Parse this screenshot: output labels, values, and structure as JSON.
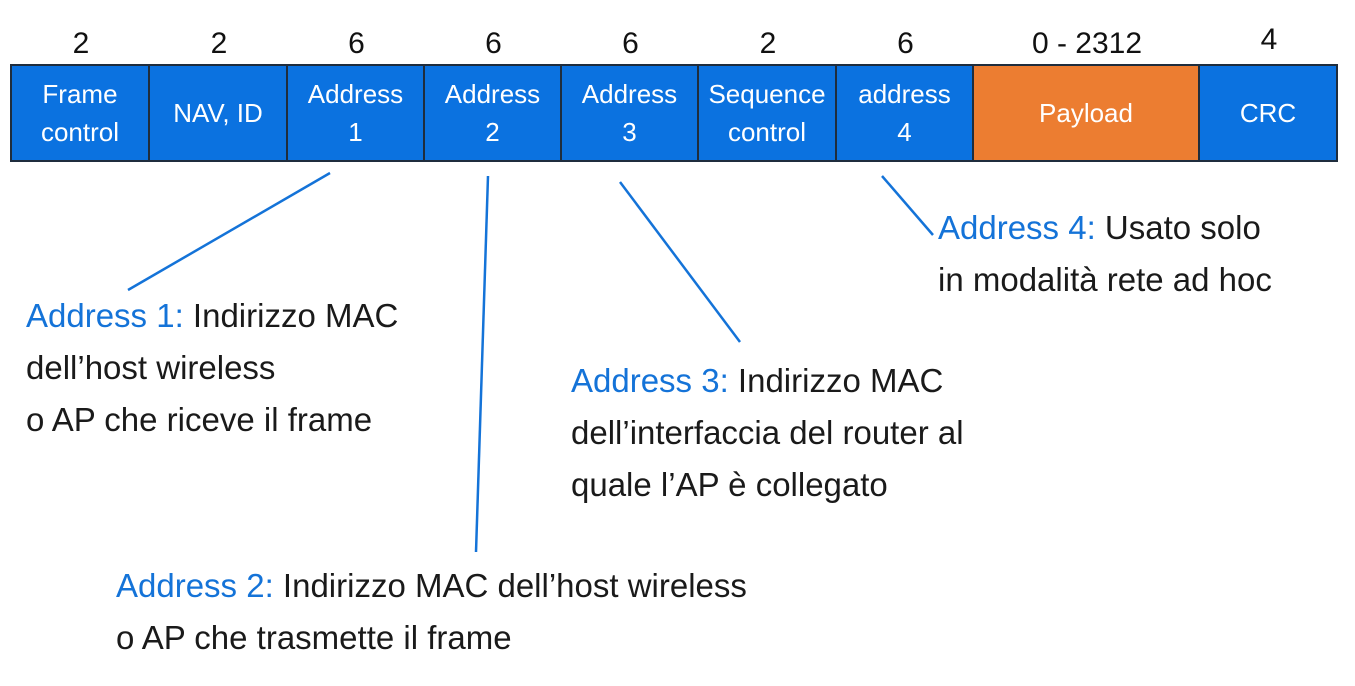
{
  "fields": [
    {
      "size": "2",
      "label": "Frame\ncontrol",
      "color": "#0b72e0"
    },
    {
      "size": "2",
      "label": "NAV, ID",
      "color": "#0b72e0"
    },
    {
      "size": "6",
      "label": "Address\n1",
      "color": "#0b72e0"
    },
    {
      "size": "6",
      "label": "Address\n2",
      "color": "#0b72e0"
    },
    {
      "size": "6",
      "label": "Address\n3",
      "color": "#0b72e0"
    },
    {
      "size": "2",
      "label": "Sequence\ncontrol",
      "color": "#0b72e0"
    },
    {
      "size": "6",
      "label": "address\n4",
      "color": "#0b72e0"
    },
    {
      "size": "0 - 2312",
      "label": "Payload",
      "color": "#ec7d31"
    },
    {
      "size": "4",
      "label": "CRC",
      "color": "#0b72e0"
    }
  ],
  "annotations": {
    "address1": {
      "key": "Address 1:",
      "line1": "Indirizzo MAC",
      "line2": "dell’host wireless",
      "line3": "o AP che riceve il frame"
    },
    "address2": {
      "key": "Address 2:",
      "line1": "Indirizzo MAC dell’host wireless",
      "line2": "o AP che trasmette il frame"
    },
    "address3": {
      "key": "Address 3:",
      "line1": "Indirizzo MAC",
      "line2": "dell’interfaccia del router al",
      "line3": "quale l’AP è collegato"
    },
    "address4": {
      "key": "Address 4:",
      "line1": "Usato solo",
      "line2": "in modalità rete ad hoc"
    }
  },
  "colors": {
    "field_blue": "#0b72e0",
    "payload_orange": "#ec7d31",
    "annotation_key": "#1473d8"
  }
}
